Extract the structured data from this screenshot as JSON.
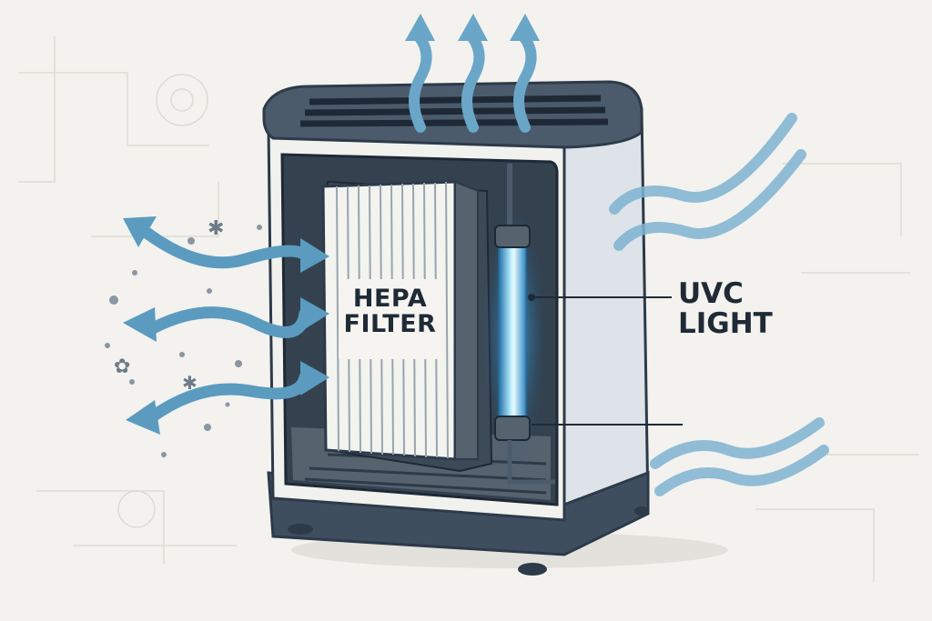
{
  "labels": {
    "hepa_line1": "HEPA",
    "hepa_line2": "FILTER",
    "uvc_line1": "UVC",
    "uvc_line2": "LIGHT"
  },
  "colors": {
    "background": "#f3f2ee",
    "airflow": "#5b9bc0",
    "dark": "#2c3a49",
    "uv_glow": "#4fc3f7"
  }
}
